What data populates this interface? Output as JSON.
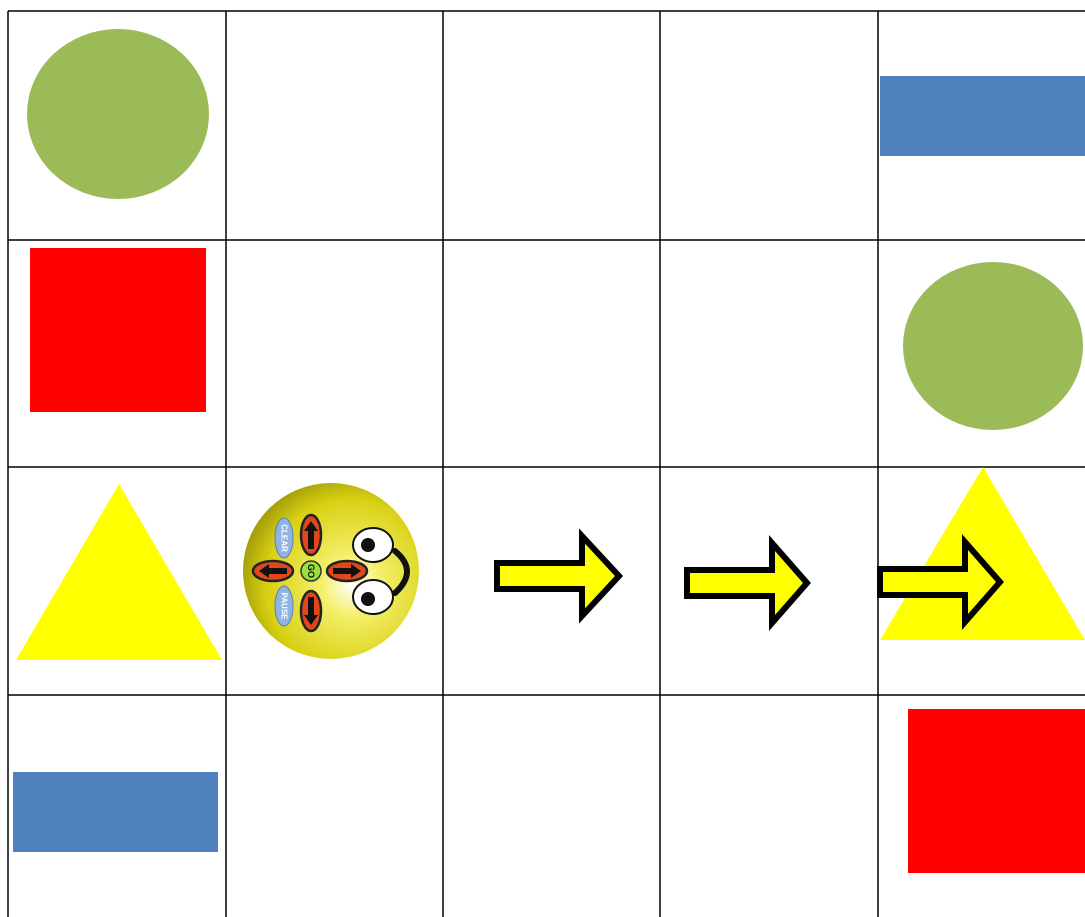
{
  "board": {
    "rows": 4,
    "columns": 5,
    "line_color": "#000000",
    "background": "#ffffff"
  },
  "colors": {
    "green_circle": "#9BBB59",
    "blue_rectangle": "#4F81BD",
    "red_square": "#FF0000",
    "yellow_triangle": "#FFFF00",
    "arrow_fill": "#FFFF00",
    "arrow_outline": "#000000",
    "robot_body": "#E8E21C",
    "robot_arrow_fill": "#E0481C",
    "robot_go_button": "#9BE03C",
    "robot_side_button": "#8FB4E3"
  },
  "shapes": [
    {
      "row": 1,
      "column": 1,
      "shape": "green-circle"
    },
    {
      "row": 1,
      "column": 5,
      "shape": "blue-rectangle"
    },
    {
      "row": 2,
      "column": 1,
      "shape": "red-square"
    },
    {
      "row": 2,
      "column": 5,
      "shape": "green-circle"
    },
    {
      "row": 3,
      "column": 1,
      "shape": "yellow-triangle"
    },
    {
      "row": 3,
      "column": 5,
      "shape": "yellow-triangle"
    },
    {
      "row": 4,
      "column": 1,
      "shape": "blue-rectangle"
    },
    {
      "row": 4,
      "column": 5,
      "shape": "red-square"
    }
  ],
  "robot": {
    "name": "bee-bot",
    "row": 3,
    "column": 2,
    "facing": "right",
    "buttons": {
      "go": "GO",
      "clear": "CLEAR",
      "pause": "PAUSE"
    }
  },
  "path": [
    {
      "row": 3,
      "column": 3,
      "direction": "right"
    },
    {
      "row": 3,
      "column": 4,
      "direction": "right"
    },
    {
      "row": 3,
      "column": 5,
      "direction": "right"
    }
  ]
}
